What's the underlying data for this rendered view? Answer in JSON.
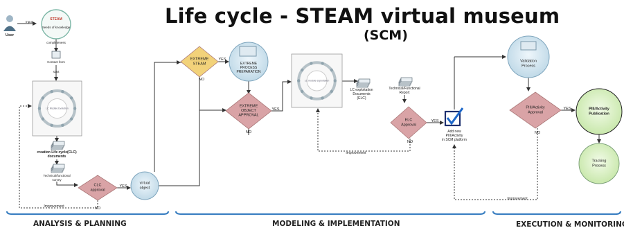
{
  "title": "Life cycle - STEAM virtual museum",
  "subtitle": "(SCM)",
  "phases": [
    "ANALYSIS & PLANNING",
    "MODELING & IMPLEMENTATION",
    "EXECUTION & MONITORING"
  ],
  "nodes": {
    "user": "User",
    "input": "Input",
    "seeds_logo": "STEAM",
    "seeds": "Seeds of knowledge",
    "completeness": "completeness",
    "contact_form": "Contact form",
    "start": "start",
    "lc_wheel_1": "LC Module Evolution",
    "creation": [
      "creation Life cycle(CLC)",
      "documents"
    ],
    "tech_survey": [
      "Technical/functional",
      "survey"
    ],
    "clc_approval": [
      "CLC",
      "approval"
    ],
    "virtual_object": [
      "virtual",
      "object"
    ],
    "extreme_steam": [
      "EXTREME",
      "STEAM"
    ],
    "extreme_process": [
      "EXTREME",
      "PROCESS",
      "PREPARATION"
    ],
    "extreme_object": [
      "EXTREME",
      "OBJECT",
      "APPROVAL"
    ],
    "lc_wheel_2": "LC module exploitation",
    "lc_exploitation": [
      "LC exploitation",
      "Documents",
      "(ELC)"
    ],
    "tech_report": [
      "Technical/Functional",
      "Report"
    ],
    "elc_approval": [
      "ELC",
      "Approval"
    ],
    "add_new": [
      "Add new",
      "PIII/Activity",
      "in SCM platform"
    ],
    "validation": [
      "Validation",
      "Process"
    ],
    "pii_approval": [
      "PIII/Activity",
      "Approval"
    ],
    "publication": [
      "PIII/Activity",
      "Publication"
    ],
    "tracking": [
      "Tracking",
      "Process"
    ]
  },
  "edge_labels": {
    "yes": "YES",
    "no": "NO",
    "improvement": "Improvement",
    "improvement_lc": "improvement"
  },
  "colors": {
    "diamond_pink": "#d9a3a6",
    "diamond_gold": "#f2d27a",
    "circle_blue": "#cfe3ee",
    "circle_green": "#d7efc0",
    "phase_brace": "#3a7fc1"
  }
}
